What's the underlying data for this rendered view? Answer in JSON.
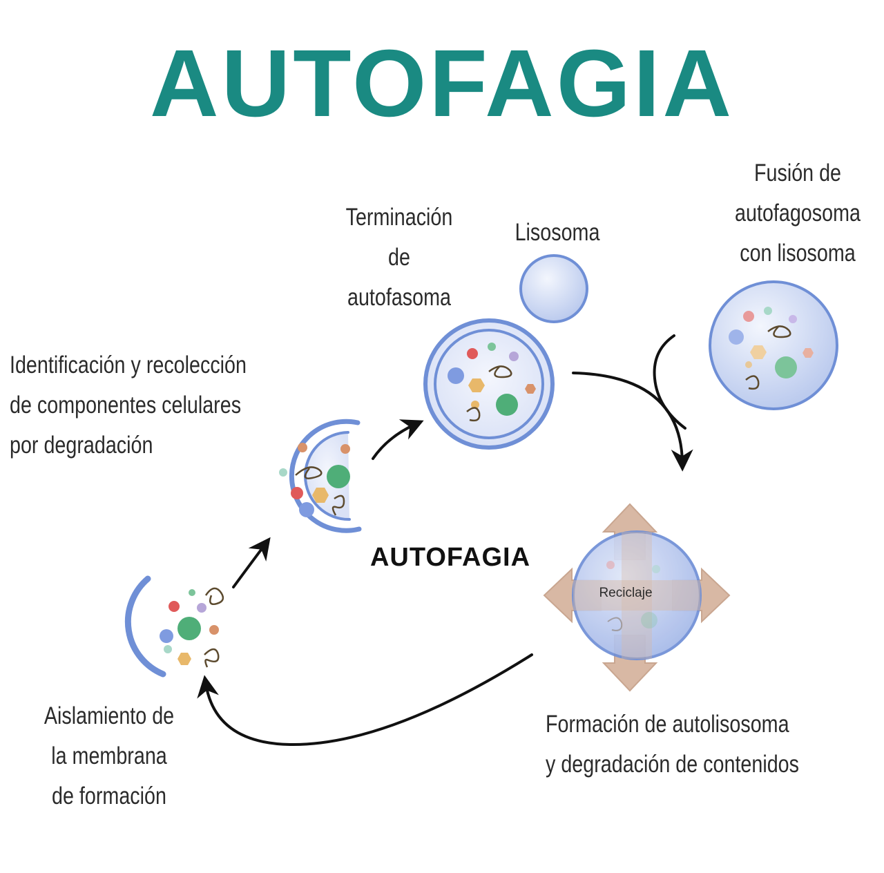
{
  "title": "AUTOFAGIA",
  "center_title": "AUTOFAGIA",
  "recycle_label": "Reciclaje",
  "labels": {
    "termination": [
      "Terminación",
      "de",
      "autofasoma"
    ],
    "lysosome": [
      "Lisosoma"
    ],
    "fusion": [
      "Fusión de",
      "autofagosoma",
      "con lisosoma"
    ],
    "identification": [
      "Identificación y recolección",
      "de componentes celulares",
      "por degradación"
    ],
    "isolation": [
      "Aislamiento de",
      "la membrana",
      "de formación"
    ],
    "formation": [
      "Formación de autolisosoma",
      "y degradación de contenidos"
    ]
  },
  "colors": {
    "title": "#1a8a82",
    "membrane": "#6f8fd6",
    "vesicle_fill": "#e8ecfa",
    "arrow": "#111111",
    "recycle_arrow": "#d8b8a4"
  }
}
